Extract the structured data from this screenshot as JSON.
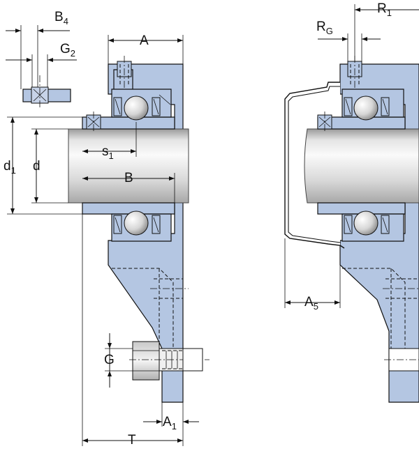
{
  "labels": {
    "A": "A",
    "B4": "B",
    "B4_sub": "4",
    "G2": "G",
    "G2_sub": "2",
    "d1": "d",
    "d1_sub": "1",
    "d": "d",
    "s1": "s",
    "s1_sub": "1",
    "B": "B",
    "G": "G",
    "A1": "A",
    "A1_sub": "1",
    "T": "T",
    "RG": "R",
    "RG_sub": "G",
    "R1": "R",
    "R1_sub": "1",
    "A5": "A",
    "A5_sub": "5"
  },
  "colors": {
    "housing": "#b4c6e2",
    "outline": "#111111",
    "shaft_light": "#f2f2f2",
    "shaft_dark": "#bdbdbd"
  }
}
